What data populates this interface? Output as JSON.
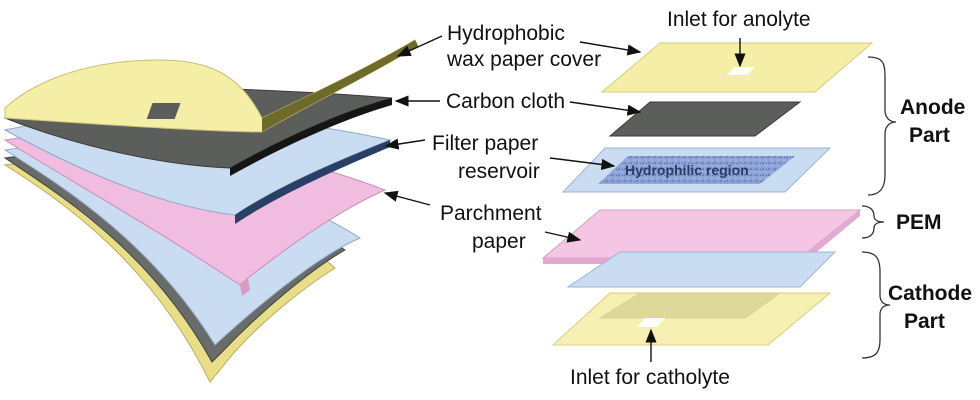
{
  "labels": {
    "wax_line1": "Hydrophobic",
    "wax_line2": "wax paper cover",
    "carbon": "Carbon cloth",
    "filter_line1": "Filter paper",
    "filter_line2": "reservoir",
    "parchment_line1": "Parchment",
    "parchment_line2": "paper",
    "inlet_anolyte": "Inlet for anolyte",
    "inlet_catholyte": "Inlet for catholyte",
    "hydrophilic": "Hydrophilic region"
  },
  "groups": {
    "anode_line1": "Anode",
    "anode_line2": "Part",
    "pem": "PEM",
    "cathode_line1": "Cathode",
    "cathode_line2": "Part"
  },
  "colors": {
    "wax": "#f4eea6",
    "carbon": "#5c5e5c",
    "filter": "#c9dcf2",
    "parchment": "#f0bce0",
    "hydrophilic": "#8fa4d6"
  }
}
